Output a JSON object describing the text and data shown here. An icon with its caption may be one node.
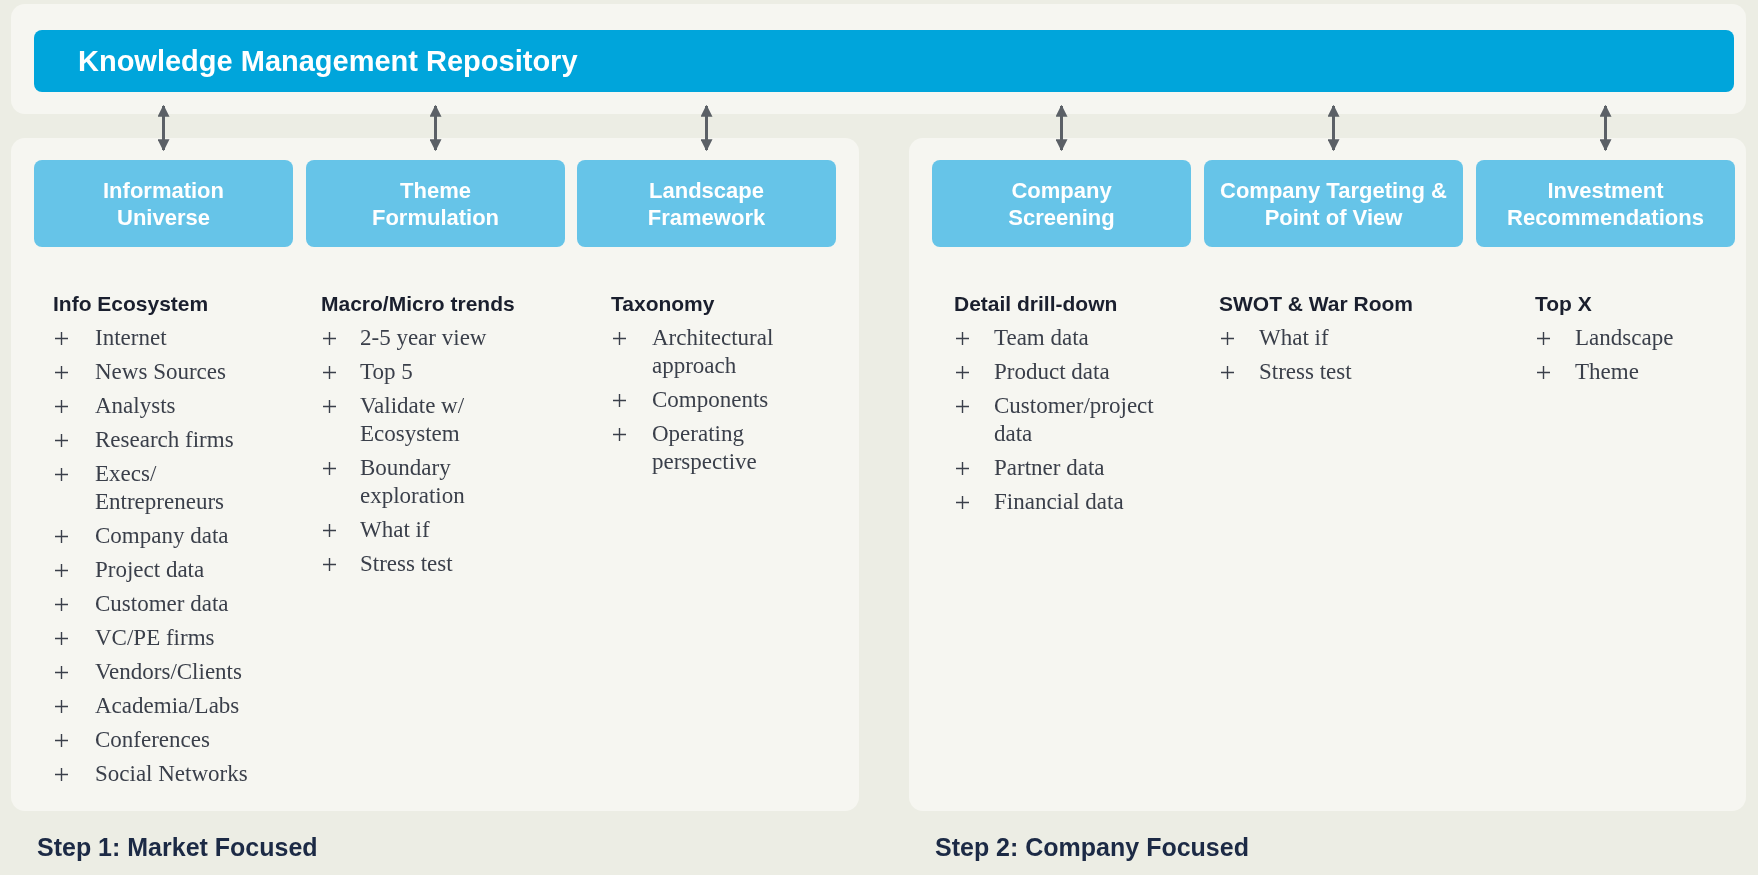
{
  "diagram": {
    "nodes": [
      {
        "text": [
          "Knowledge Management Repository"
        ]
      },
      {
        "text": [],
        "shape": "box",
        "beside": [
          "Step 1: Market Focused"
        ]
      },
      {
        "text": [
          "Information Universe"
        ],
        "in": 1,
        "beside": [
          "Info Ecosystem",
          "Internet",
          "News Sources",
          "Analysts",
          "Research firms",
          "Execs/ Entrepreneurs",
          "Company data",
          "Project data",
          "Customer data",
          "VC/PE firms",
          "Vendors/Clients",
          "Academia/Labs",
          "Conferences",
          "Social Networks"
        ]
      },
      {
        "text": [
          "Theme Formulation"
        ],
        "in": 1,
        "beside": [
          "Macro/Micro trends",
          "2-5 year view",
          "Top 5",
          "Validate w/ Ecosystem",
          "Boundary exploration",
          "What if",
          "Stress test"
        ]
      },
      {
        "text": [
          "Landscape Framework"
        ],
        "in": 1,
        "beside": [
          "Taxonomy",
          "Architectural approach",
          "Components",
          "Operating perspective"
        ]
      },
      {
        "text": [],
        "shape": "box",
        "beside": [
          "Step 2: Company Focused"
        ]
      },
      {
        "text": [
          "Company Screening"
        ],
        "in": 5,
        "beside": [
          "Detail drill-down",
          "Team data",
          "Product data",
          "Customer/project data",
          "Partner data",
          "Financial data"
        ]
      },
      {
        "text": [
          "Company Targeting & Point of View"
        ],
        "in": 5,
        "beside": [
          "SWOT & War Room",
          "What if",
          "Stress test"
        ]
      },
      {
        "text": [
          "Investment Recommendations"
        ],
        "in": 5,
        "beside": [
          "Top X",
          "Landscape",
          "Theme"
        ]
      }
    ],
    "edges": [
      {
        "from": 0,
        "to": 2,
        "arrow": "both"
      },
      {
        "from": 0,
        "to": 3,
        "arrow": "both"
      },
      {
        "from": 0,
        "to": 4,
        "arrow": "both"
      },
      {
        "from": 0,
        "to": 6,
        "arrow": "both"
      },
      {
        "from": 0,
        "to": 7,
        "arrow": "both"
      },
      {
        "from": 0,
        "to": 8,
        "arrow": "both"
      }
    ]
  }
}
